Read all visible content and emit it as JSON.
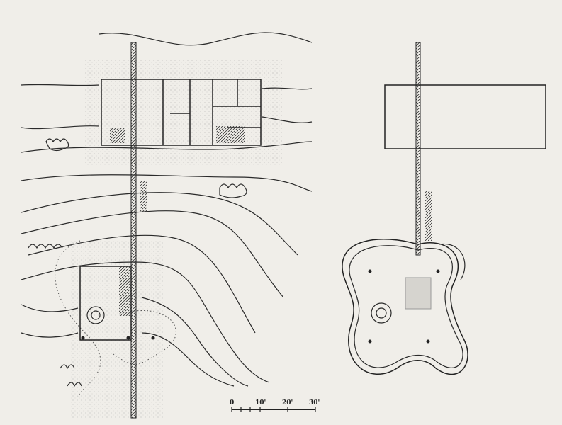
{
  "drawing": {
    "scale_bar": {
      "labels": [
        "0",
        "10'",
        "20'",
        "30'"
      ],
      "unit": "feet"
    },
    "colors": {
      "paper": "#f0eee9",
      "ink": "#222222",
      "stipple": "#9a9a9a"
    }
  }
}
